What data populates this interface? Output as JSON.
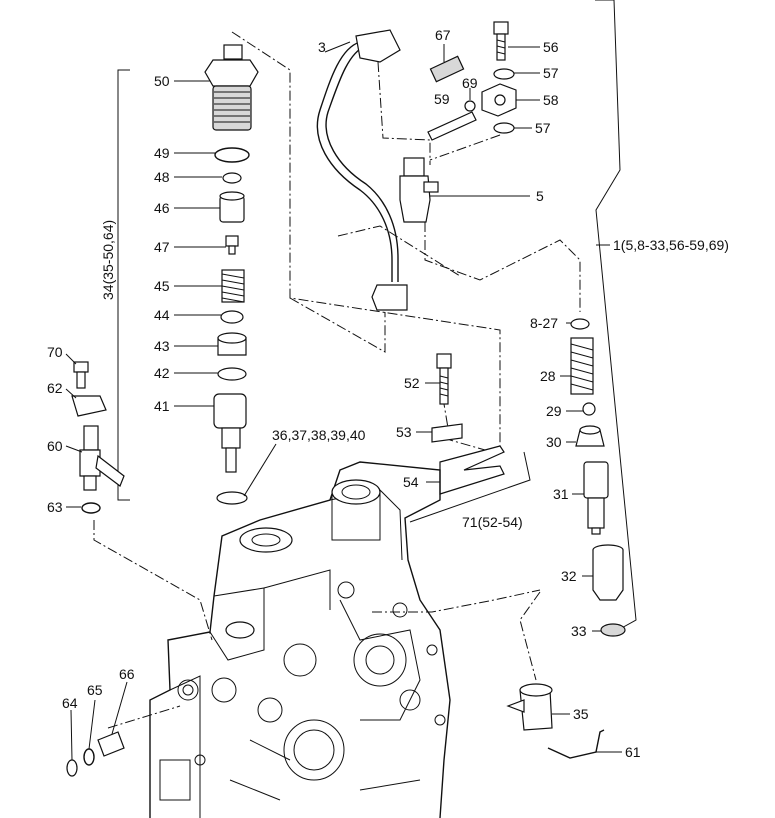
{
  "diagram": {
    "labels": {
      "l50": "50",
      "l49": "49",
      "l48": "48",
      "l46": "46",
      "l47": "47",
      "l45": "45",
      "l44": "44",
      "l43": "43",
      "l42": "42",
      "l41": "41",
      "l34": "34(35-50,64)",
      "l3": "3",
      "l67": "67",
      "l56": "56",
      "l57a": "57",
      "l69": "69",
      "l59": "59",
      "l58": "58",
      "l57b": "57",
      "l5": "5",
      "l1": "1(5,8-33,56-59,69)",
      "l827": "8-27",
      "l28": "28",
      "l29": "29",
      "l30": "30",
      "l31": "31",
      "l32": "32",
      "l33": "33",
      "l52": "52",
      "l53": "53",
      "l54": "54",
      "l71": "71(52-54)",
      "l70": "70",
      "l62": "62",
      "l60": "60",
      "l63": "63",
      "l363": "36,37,38,39,40",
      "l64": "64",
      "l65": "65",
      "l66": "66",
      "l35": "35",
      "l61": "61"
    }
  }
}
